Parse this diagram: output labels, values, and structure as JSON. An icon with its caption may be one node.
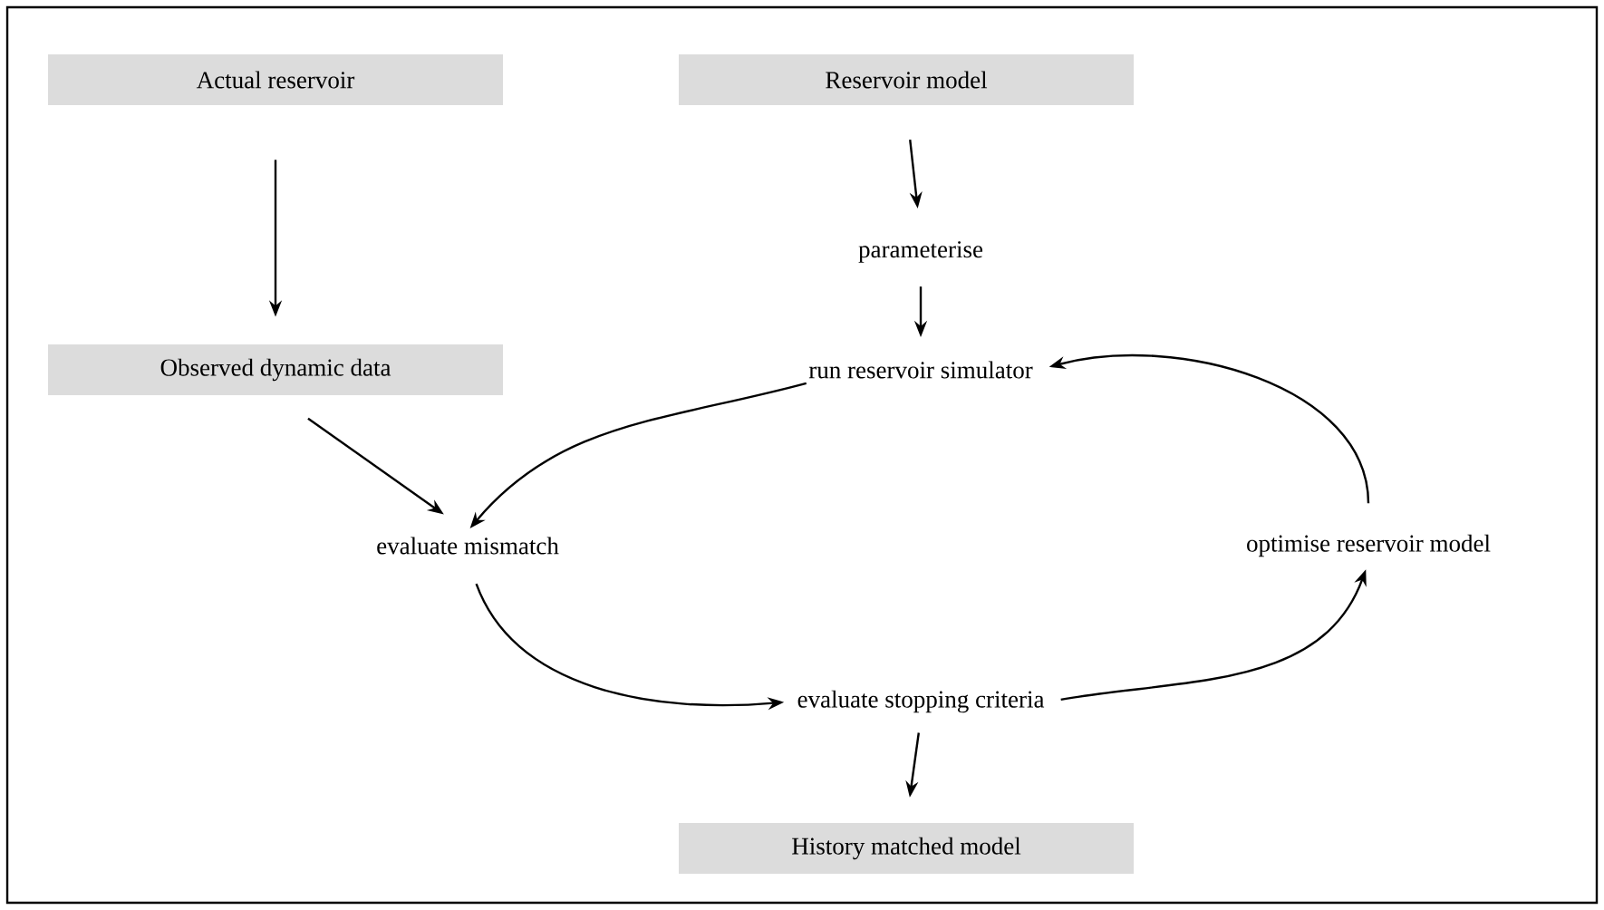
{
  "diagram": {
    "nodes": [
      {
        "text": [
          "Actual reservoir"
        ]
      },
      {
        "text": [
          "Reservoir model"
        ]
      },
      {
        "text": [
          "parameterise"
        ]
      },
      {
        "text": [
          "Observed dynamic data"
        ]
      },
      {
        "text": [
          "run reservoir simulator"
        ]
      },
      {
        "text": [
          "evaluate mismatch"
        ]
      },
      {
        "text": [
          "optimise reservoir model"
        ]
      },
      {
        "text": [
          "evaluate stopping criteria"
        ]
      },
      {
        "text": [
          "History matched model"
        ]
      }
    ],
    "edges": [
      {
        "from": 0,
        "to": 3,
        "arrow": "to"
      },
      {
        "from": 1,
        "to": 2,
        "arrow": "to"
      },
      {
        "from": 2,
        "to": 4,
        "arrow": "to"
      },
      {
        "from": 3,
        "to": 5,
        "arrow": "to"
      },
      {
        "from": 4,
        "to": 5,
        "arrow": "to"
      },
      {
        "from": 5,
        "to": 7,
        "arrow": "to"
      },
      {
        "from": 7,
        "to": 6,
        "arrow": "to"
      },
      {
        "from": 6,
        "to": 4,
        "arrow": "to"
      },
      {
        "from": 7,
        "to": 8,
        "arrow": "to"
      }
    ]
  }
}
